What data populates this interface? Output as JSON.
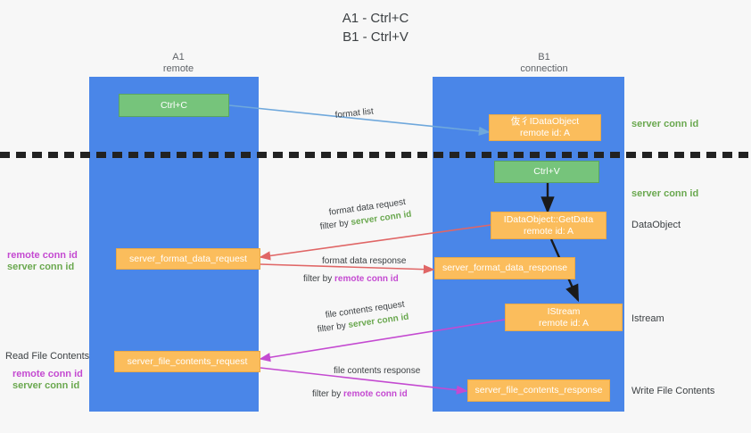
{
  "title": "A1 - Ctrl+C\nB1 - Ctrl+V",
  "lanes": {
    "left": {
      "name": "A1",
      "sub": "remote",
      "header": "A1\nremote"
    },
    "right": {
      "name": "B1",
      "sub": "connection",
      "header": "B1\nconnection"
    }
  },
  "boxes": {
    "ctrl_c": "Ctrl+C",
    "ctrl_v": "Ctrl+V",
    "idataobject": "伖彳IDataObject\nremote id: A",
    "getdata": "IDataObject::GetData\nremote id: A",
    "istream": "IStream\nremote id: A",
    "server_format_data_request": "server_format_data_request",
    "server_format_data_response": "server_format_data_response",
    "server_file_contents_request": "server_file_contents_request",
    "server_file_contents_response": "server_file_contents_response"
  },
  "right_labels": {
    "server_conn_id_top": "server conn id",
    "server_conn_id_mid": "server conn id",
    "dataobject": "DataObject",
    "istream": "Istream",
    "write_file_contents": "Write File Contents"
  },
  "left_labels": {
    "remote_conn_id_1": "remote conn id",
    "server_conn_id_1": "server conn id",
    "read_file_contents": "Read File Contents",
    "remote_conn_id_2": "remote conn id",
    "server_conn_id_2": "server conn id"
  },
  "captions": {
    "format_list": "format list",
    "format_data_request": "format data request",
    "format_data_request_filter_prefix": "filter by ",
    "format_data_request_filter_value": "server conn id",
    "format_data_response": "format data response",
    "format_data_response_filter_prefix": "filter by ",
    "format_data_response_filter_value": "remote conn id",
    "file_contents_request": "file contents request",
    "file_contents_request_filter_prefix": "filter by ",
    "file_contents_request_filter_value": "server conn id",
    "file_contents_response": "file contents response",
    "file_contents_response_filter_prefix": "filter by ",
    "file_contents_response_filter_value": "remote conn id"
  },
  "colors": {
    "lane": "#4a86e8",
    "green_box": "#76c47b",
    "orange_box": "#fbbd5c",
    "green_text": "#6aa84f",
    "magenta_text": "#c44ad1",
    "arrow_blue": "#6fa8dc",
    "arrow_red": "#e06666",
    "arrow_magenta": "#c44ad1",
    "arrow_dark": "#1a1a1a",
    "background": "#f7f7f7"
  }
}
